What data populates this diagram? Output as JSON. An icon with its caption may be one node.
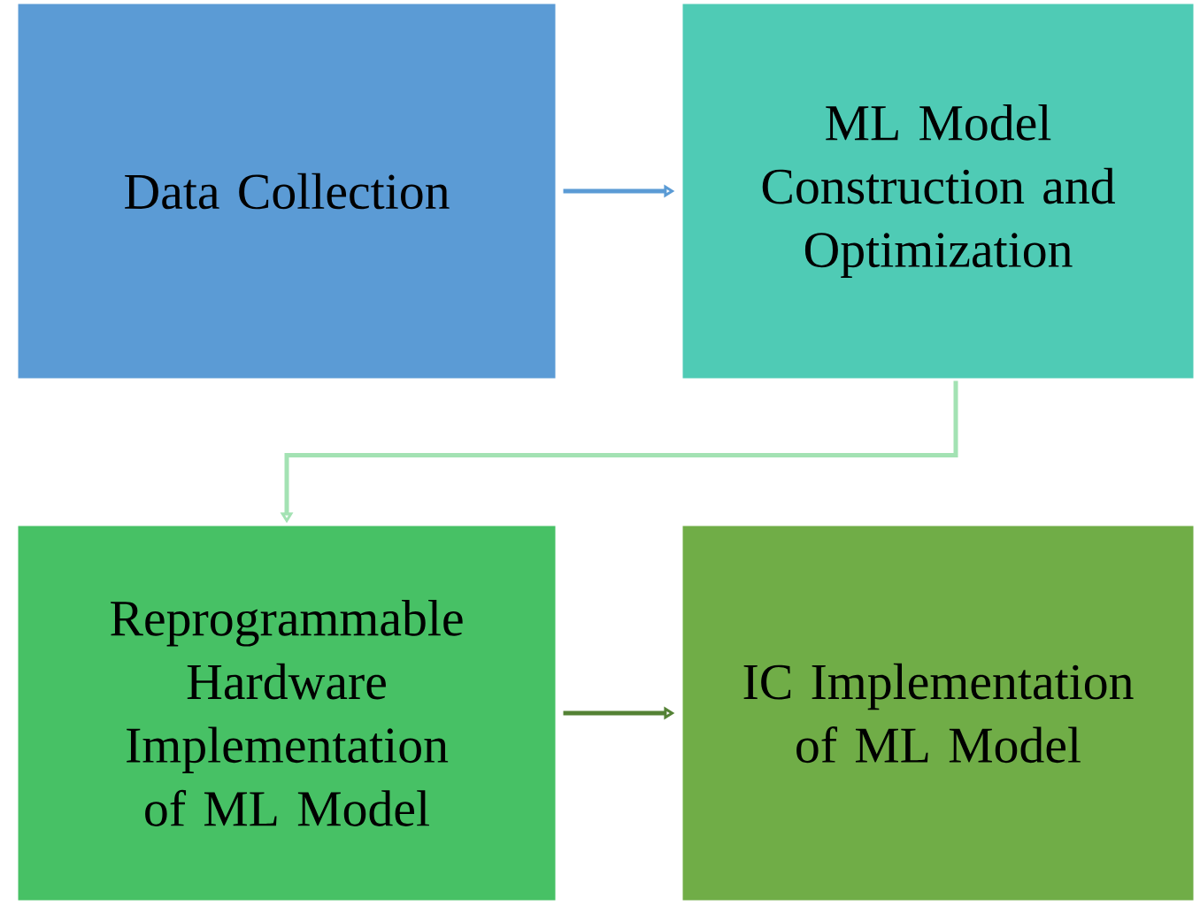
{
  "diagram": {
    "nodes": [
      {
        "text": [
          "Data Collection"
        ]
      },
      {
        "text": [
          "ML Model Construction and Optimization"
        ]
      },
      {
        "text": [
          "Reprogrammable Hardware Implementation of ML Model"
        ]
      },
      {
        "text": [
          "IC Implementation of ML Model"
        ]
      }
    ],
    "edges": [
      {
        "from": 0,
        "to": 1,
        "arrow": "to",
        "color": "#5b9bd5"
      },
      {
        "from": 1,
        "to": 2,
        "arrow": "to",
        "color": "#a3e2b3"
      },
      {
        "from": 2,
        "to": 3,
        "arrow": "to",
        "color": "#548235"
      }
    ]
  }
}
